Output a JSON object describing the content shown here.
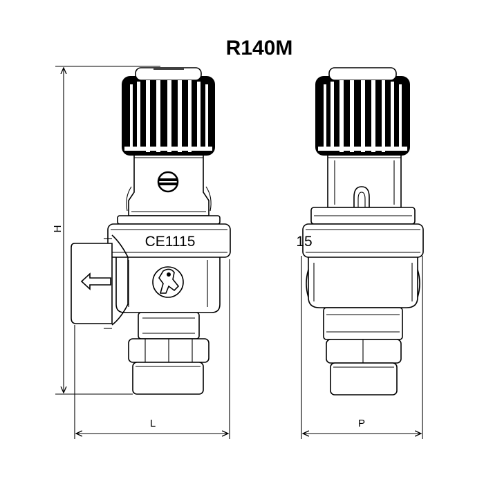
{
  "title": "R140M",
  "marking": "CE1115",
  "side_marking": "15",
  "dimensions": {
    "height_label": "H",
    "length_label": "L",
    "depth_label": "P"
  },
  "colors": {
    "line": "#000000",
    "background": "#ffffff"
  },
  "icons": [
    "flow-arrow-icon",
    "manufacturer-logo-icon",
    "adjustment-screw-icon"
  ]
}
